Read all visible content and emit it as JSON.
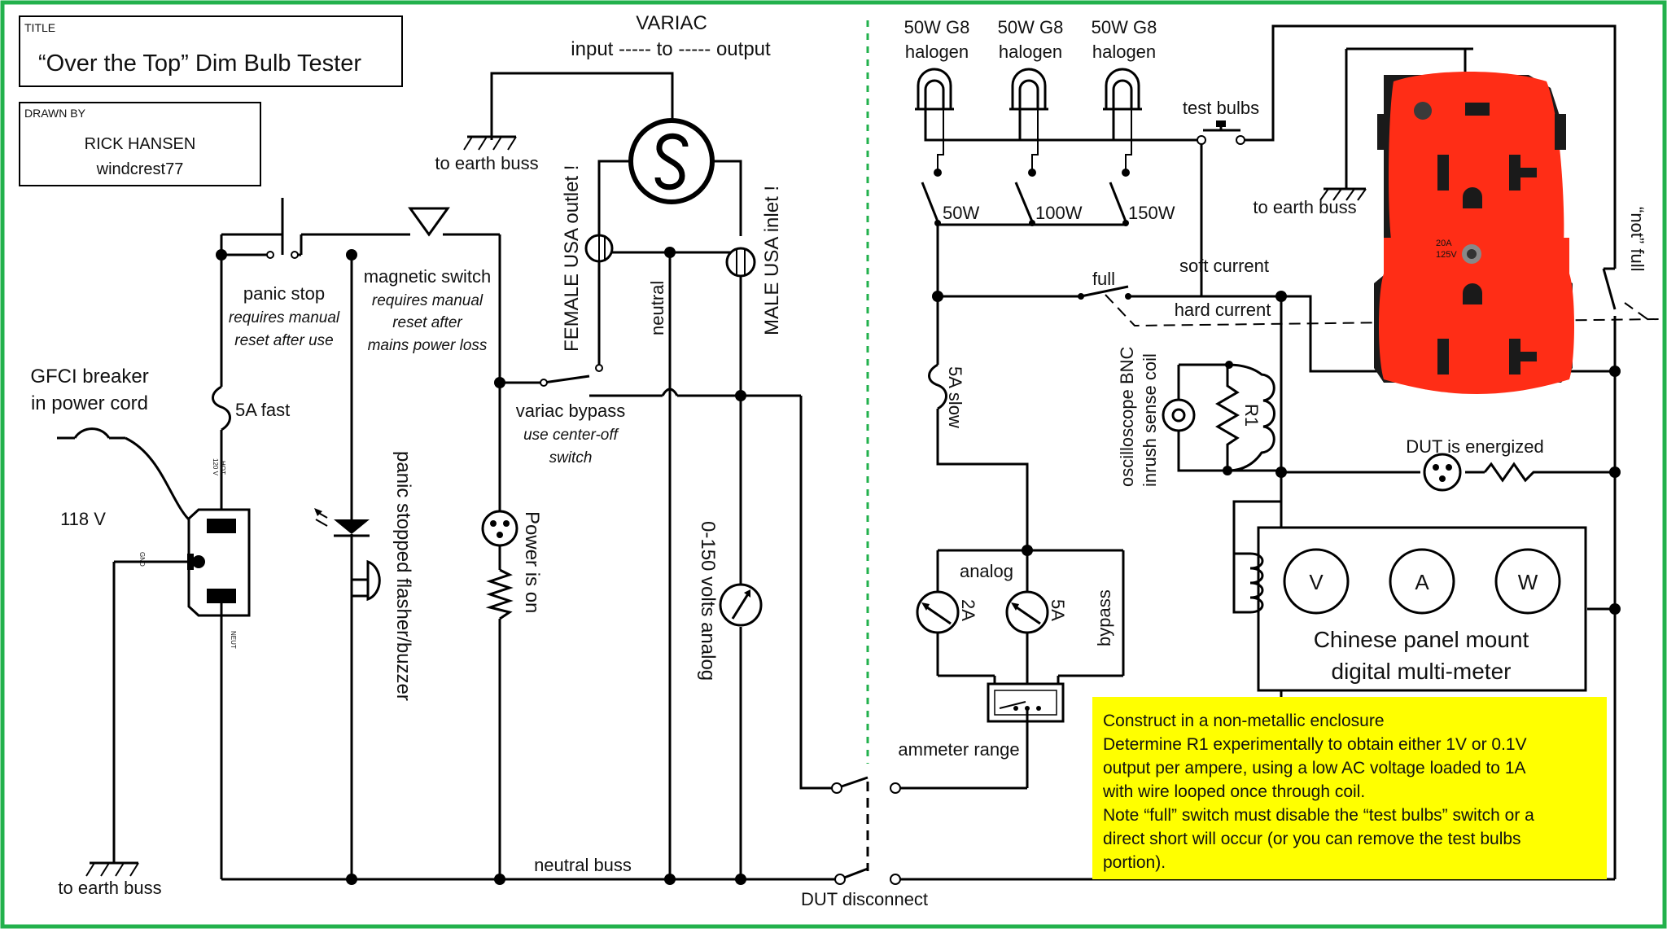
{
  "title_block": {
    "title_label": "TITLE",
    "title": "“Over the Top” Dim Bulb Tester",
    "drawn_by_label": "DRAWN BY",
    "author": "RICK HANSEN",
    "handle": "windcrest77"
  },
  "variac": {
    "name": "VARIAC",
    "io": "input  ----- to ----- output"
  },
  "labels": {
    "to_earth_buss": "to earth buss",
    "gfci_line1": "GFCI breaker",
    "gfci_line2": "in power cord",
    "voltage": "118 V",
    "hot": "HOT",
    "hot_v": "120 V",
    "gnd": "GND",
    "neut": "NEUT",
    "panic_stop": "panic stop",
    "panic_note1": "requires manual",
    "panic_note2": "reset after use",
    "magnetic_switch": "magnetic switch",
    "mag_note1": "requires manual",
    "mag_note2": "reset after",
    "mag_note3": "mains power loss",
    "fuse_fast": "5A fast",
    "flasher": "panic stopped flasher/buzzer",
    "female_outlet": "FEMALE USA outlet !",
    "neutral": "neutral",
    "male_inlet": "MALE USA inlet !",
    "variac_bypass": "variac bypass",
    "bypass_note1": "use center-off",
    "bypass_note2": "switch",
    "power_on": "Power is on",
    "voltmeter": "0-150 volts analog",
    "neutral_buss": "neutral buss",
    "dut_disconnect": "DUT disconnect",
    "halogen_w": "50W G8",
    "halogen": "halogen",
    "test_bulbs": "test bulbs",
    "sw_50": "50W",
    "sw_100": "100W",
    "sw_150": "150W",
    "soft_current": "soft current",
    "full": "full",
    "hard_current": "hard current",
    "not_full": "“not” full",
    "fuse_slow": "5A slow",
    "scope_coil_1": "oscilloscope BNC",
    "scope_coil_2": "inrush sense coil",
    "r1": "R1",
    "dut_energized": "DUT is energized",
    "analog": "analog",
    "range_2a": "2A",
    "range_5a": "5A",
    "bypass": "bypass",
    "ammeter_range": "ammeter range",
    "meter_v": "V",
    "meter_a": "A",
    "meter_w": "W",
    "meter_line1": "Chinese panel mount",
    "meter_line2": "digital multi-meter",
    "outlet_rating1": "20A",
    "outlet_rating2": "125V"
  },
  "notes": [
    "Construct in a non-metallic enclosure",
    "Determine R1 experimentally to obtain either 1V or 0.1V",
    "output per ampere, using a low AC voltage loaded to 1A",
    "with wire looped once through coil.",
    "Note “full” switch must disable the “test bulbs” switch or a",
    "direct short will occur (or you can remove the test bulbs",
    "portion)."
  ],
  "colors": {
    "frame": "#22b14c",
    "divider": "#22b14c",
    "note_bg": "#ffff00",
    "outlet_body": "#ff2d16",
    "outlet_dark": "#1a1a1a",
    "wire": "#000000"
  }
}
